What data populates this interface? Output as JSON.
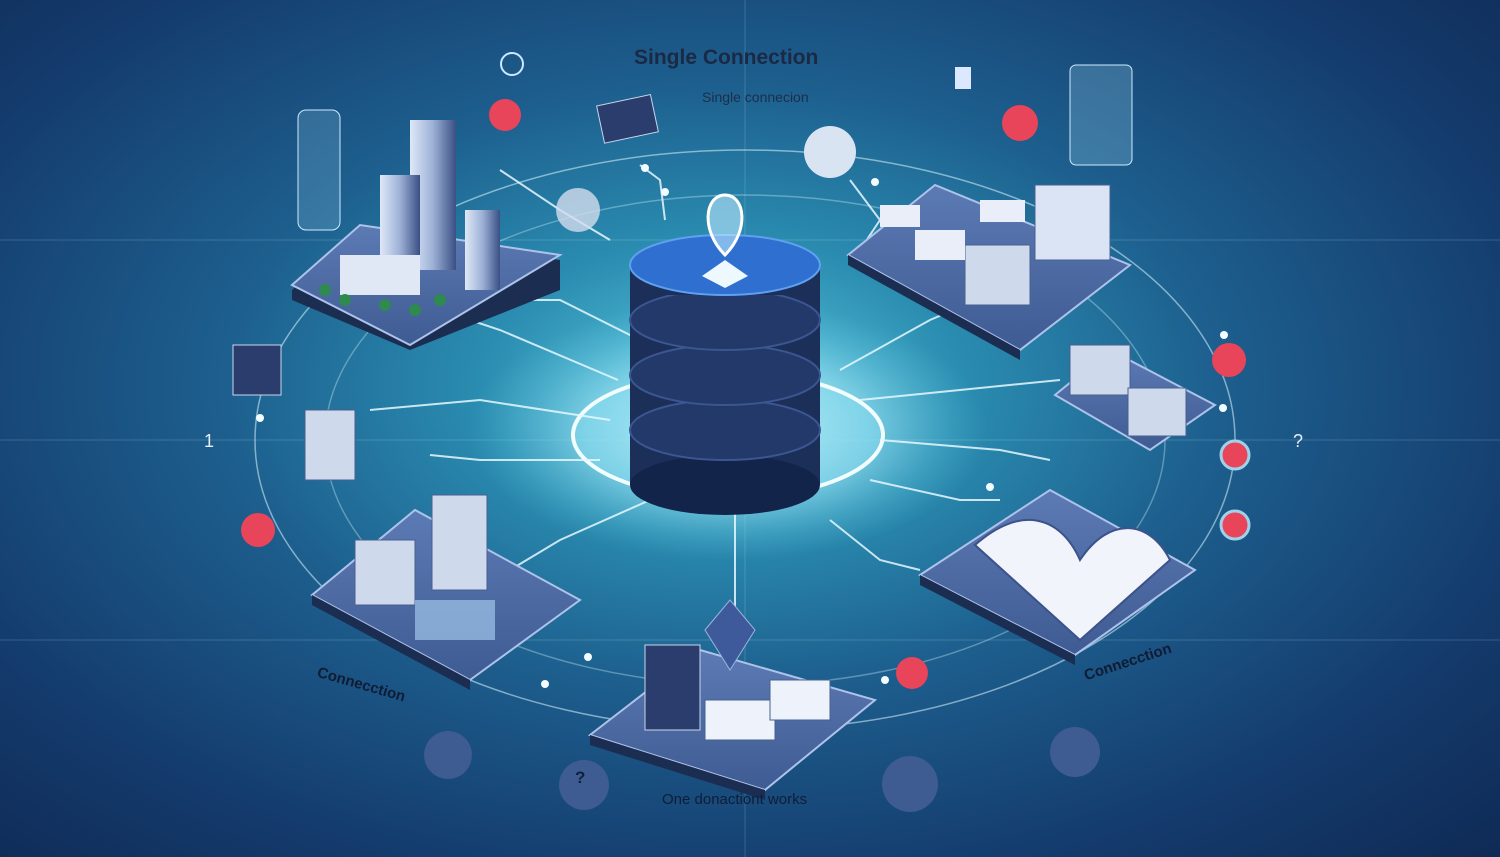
{
  "diagram": {
    "title": "Single Connection",
    "subtitle": "Single connecion",
    "bottom_caption": "One donactiont works",
    "left_label": "Connecction",
    "right_label": "Connecction",
    "left_number": "1",
    "right_question": "?",
    "bottom_question": "?"
  },
  "colors": {
    "background_center": "#59c6dd",
    "background_edge": "#0f2a55",
    "database": "#1b2f58",
    "database_top": "#2f6fcf",
    "accent_red": "#e8445a",
    "line": "#d8f4ff"
  }
}
